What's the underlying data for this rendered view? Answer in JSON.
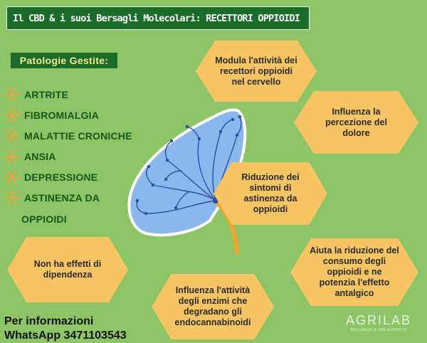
{
  "header": {
    "title": "Il CBD & i suoi Bersagli Molecolari: RECETTORI OPPIOIDI"
  },
  "patologie": {
    "heading": "Patologie Gestite:",
    "items": [
      "ARTRITE",
      "FIBROMIALGIA",
      "MALATTIE CRONICHE",
      "ANSIA",
      "DEPRESSIONE",
      "ASTINENZA DA"
    ],
    "continuation": "OPPIOIDI"
  },
  "effects": {
    "e1": "Modula l'attività dei recettori oppioidi nel cervello",
    "e2": "Influenza la percezione del dolore",
    "e3": "Riduzione dei sintomi di astinenza da oppioidi",
    "e4": "Aiuta la riduzione del consumo degli oppioidi e ne potenzia l'effetto antalgico",
    "e5": "Influenza l'attività degli enzimi che degradano gli endocannabinoidi",
    "e6": "Non ha effetti di dipendenza"
  },
  "contact": {
    "line1": "Per informazioni",
    "line2": "WhatsApp 3471103543"
  },
  "logo": {
    "name": "AGRILAB",
    "tagline": "WELLNESS & CBD EXPERTS"
  },
  "colors": {
    "background": "#8cc466",
    "title_bg": "#1b6b2a",
    "hexagon": "#f6c462",
    "list_text": "#0e5a1d",
    "heading_text": "#f3ec8a"
  },
  "icons": {
    "bullet": "molecule-icon",
    "illustration": "neuron-icon"
  }
}
